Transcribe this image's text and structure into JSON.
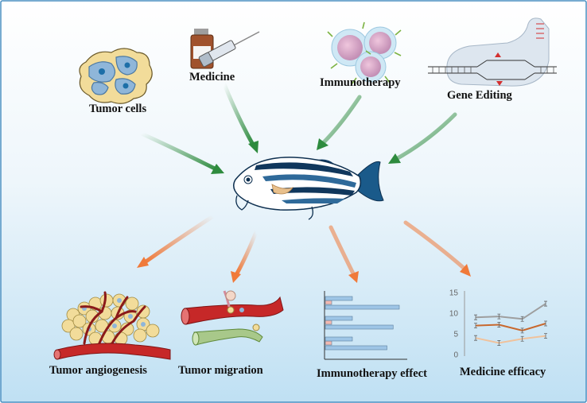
{
  "inputs": {
    "tumor_cells": "Tumor cells",
    "medicine": "Medicine",
    "immunotherapy": "Immunotherapy",
    "gene_editing": "Gene Editing"
  },
  "outputs": {
    "tumor_angiogenesis": "Tumor angiogenesis",
    "tumor_migration": "Tumor migration",
    "immunotherapy_effect": "Immunotherapy effect",
    "medicine_efficacy": "Medicine efficacy"
  },
  "colors": {
    "background_top": "#ffffff",
    "background_bottom": "#bfe0f3",
    "input_arrow": "#2e8b3e",
    "output_arrow": "#f07a3a",
    "vessel_red": "#b71c1c",
    "cell_yellow": "#f2dc9a",
    "cell_blue": "#8fb6d9"
  },
  "icons": [
    "tumor-cells-icon",
    "medicine-vial-icon",
    "syringe-icon",
    "immune-cells-icon",
    "gene-editing-icon",
    "zebrafish-icon",
    "angiogenesis-icon",
    "migration-icon",
    "bar-chart-icon",
    "line-chart-icon"
  ],
  "chart_data": [
    {
      "type": "bar",
      "orientation": "horizontal",
      "groups": 3,
      "series": [
        {
          "values": [
            1,
            1,
            1
          ]
        },
        {
          "values": [
            12,
            11,
            10
          ]
        }
      ]
    },
    {
      "type": "line",
      "yticks": [
        "0",
        "5",
        "10",
        "15"
      ],
      "ylim": [
        0,
        15
      ],
      "x": [
        1,
        2,
        3,
        4
      ],
      "series": [
        {
          "color": "#9e9e9e",
          "values": [
            9,
            9.2,
            8.6,
            12.3
          ]
        },
        {
          "color": "#c8682e",
          "values": [
            7,
            7.2,
            5.8,
            7.5
          ]
        },
        {
          "color": "#f0c29c",
          "values": [
            4,
            2.8,
            3.8,
            4.5
          ]
        }
      ]
    }
  ]
}
